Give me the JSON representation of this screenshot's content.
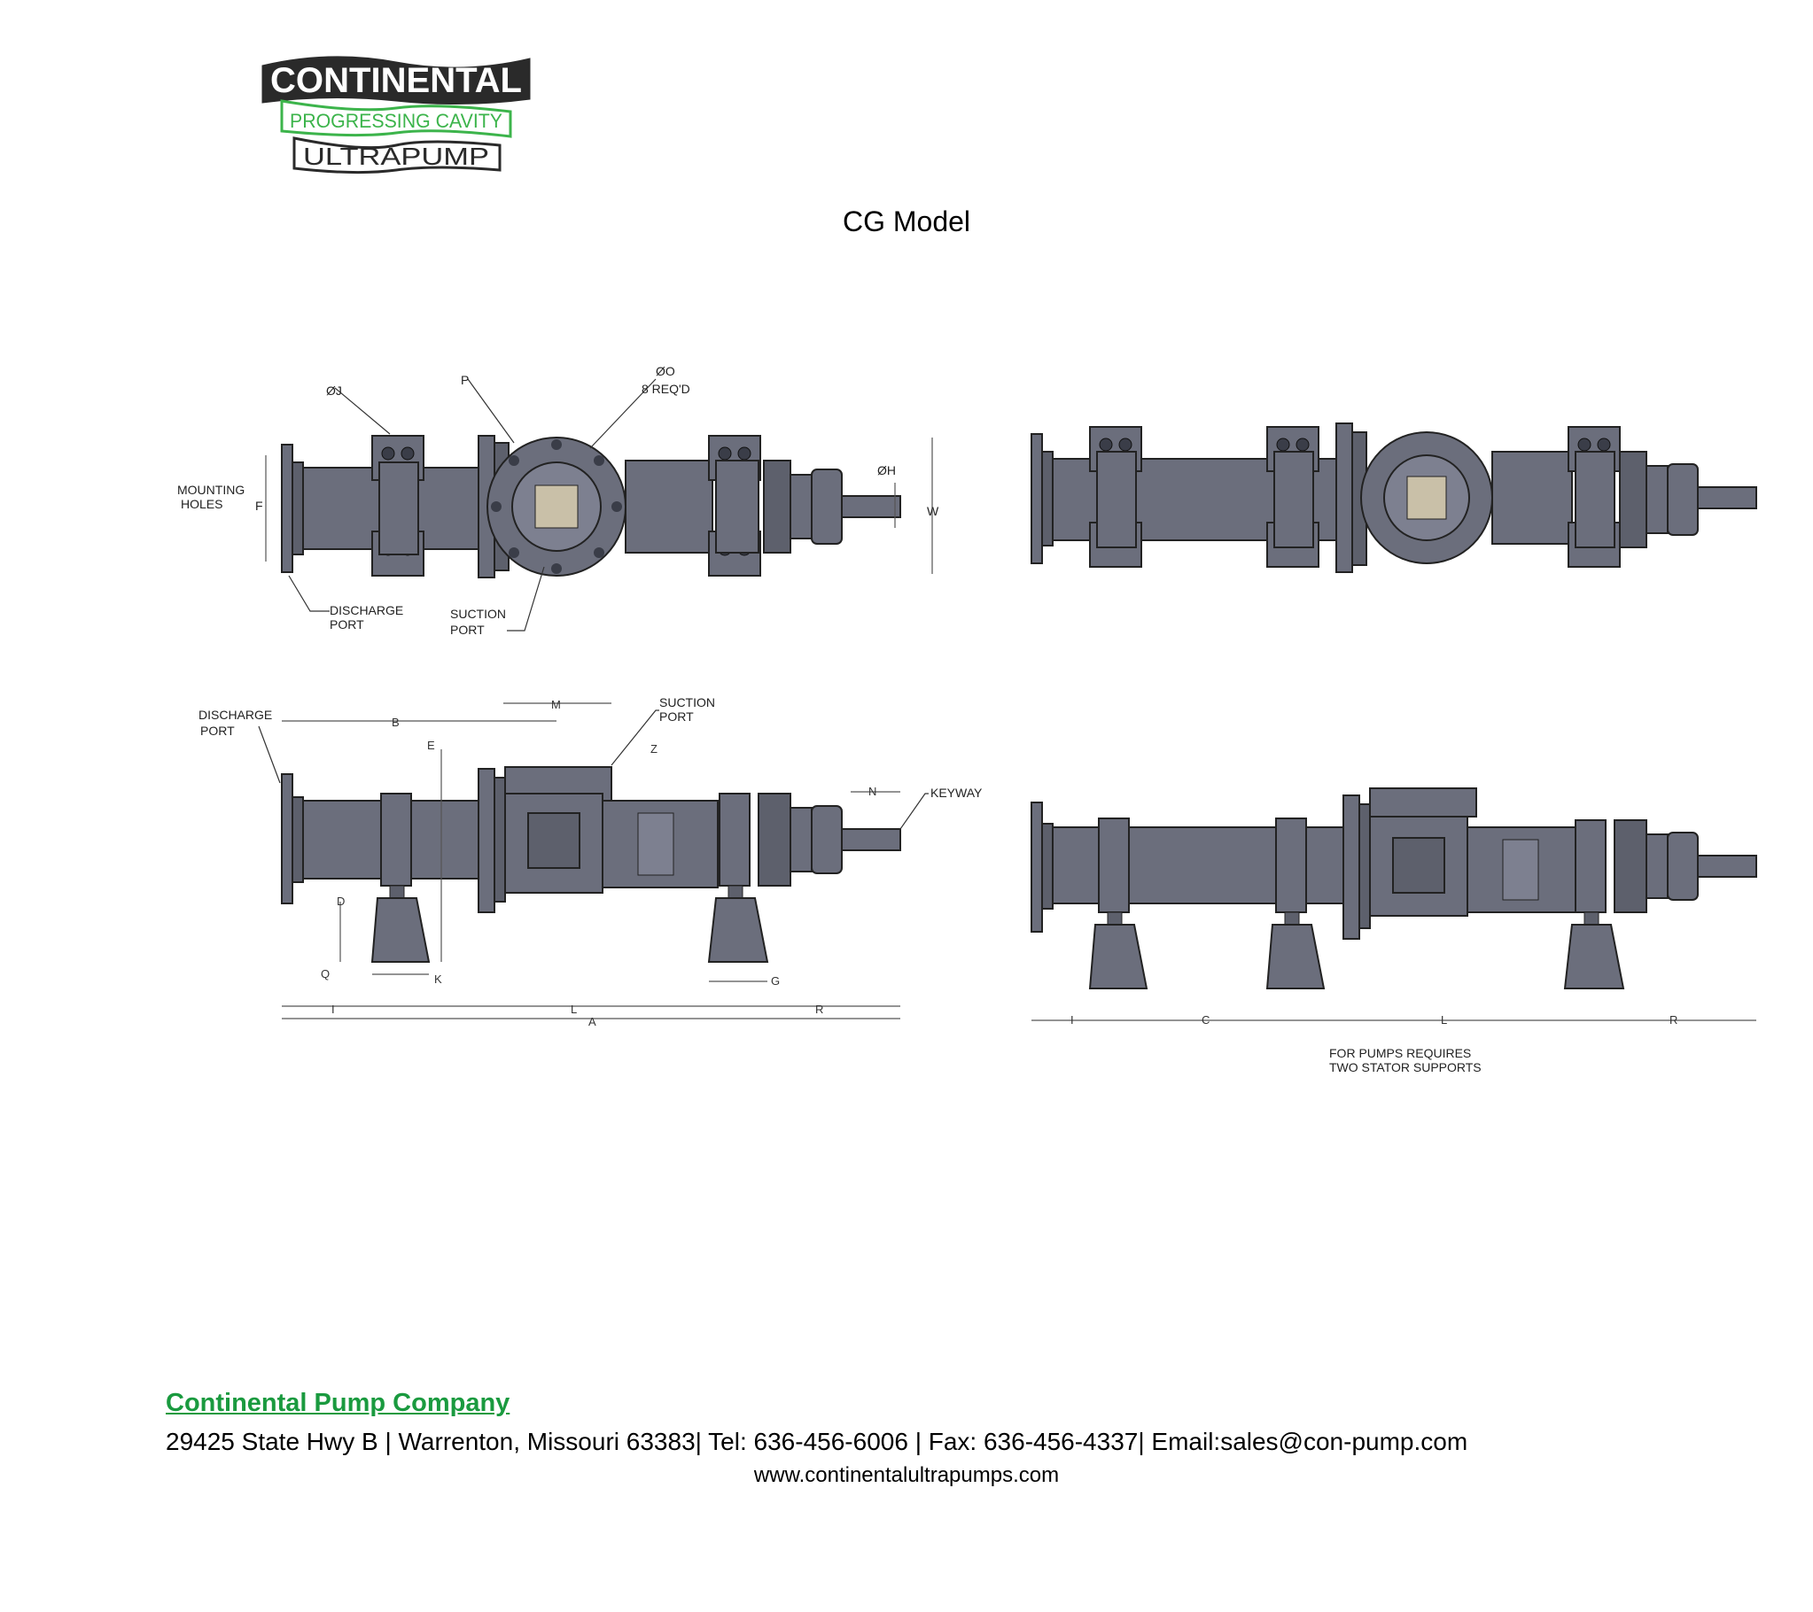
{
  "logo": {
    "line1": "CONTINENTAL",
    "line2": "PROGRESSING CAVITY",
    "line3": "ULTRAPUMP",
    "colors": {
      "dark": "#2a2a2a",
      "green": "#3cb44b"
    }
  },
  "title": "CG Model",
  "drawings": {
    "top_left": {
      "label_j": "ØJ",
      "label_p": "P",
      "label_o": "ØO",
      "label_o_note": "8 REQ'D",
      "label_h": "ØH",
      "label_w": "W",
      "label_f": "F",
      "mounting_holes_1": "MOUNTING",
      "mounting_holes_2": "HOLES",
      "discharge_1": "DISCHARGE",
      "discharge_2": "PORT",
      "suction_1": "SUCTION",
      "suction_2": "PORT"
    },
    "bottom_left": {
      "discharge_1": "DISCHARGE",
      "discharge_2": "PORT",
      "suction_1": "SUCTION",
      "suction_2": "PORT",
      "keyway": "KEYWAY",
      "dims": {
        "m": "M",
        "b": "B",
        "e": "E",
        "z": "Z",
        "n": "N",
        "d": "D",
        "q": "Q",
        "k": "K",
        "g": "G",
        "i": "I",
        "l": "L",
        "a": "A",
        "r": "R"
      }
    },
    "bottom_right": {
      "dims": {
        "i": "I",
        "c": "C",
        "l": "L",
        "r": "R"
      },
      "note_1": "FOR PUMPS REQUIRES",
      "note_2": "TWO STATOR SUPPORTS"
    },
    "pump_color": "#6b6e7c"
  },
  "footer": {
    "company": "Continental Pump Company",
    "address": "29425 State Hwy B | Warrenton, Missouri 63383| Tel: 636-456-6006 | Fax: 636-456-4337| Email:sales@con-pump.com",
    "website": "www.continentalultrapumps.com"
  }
}
